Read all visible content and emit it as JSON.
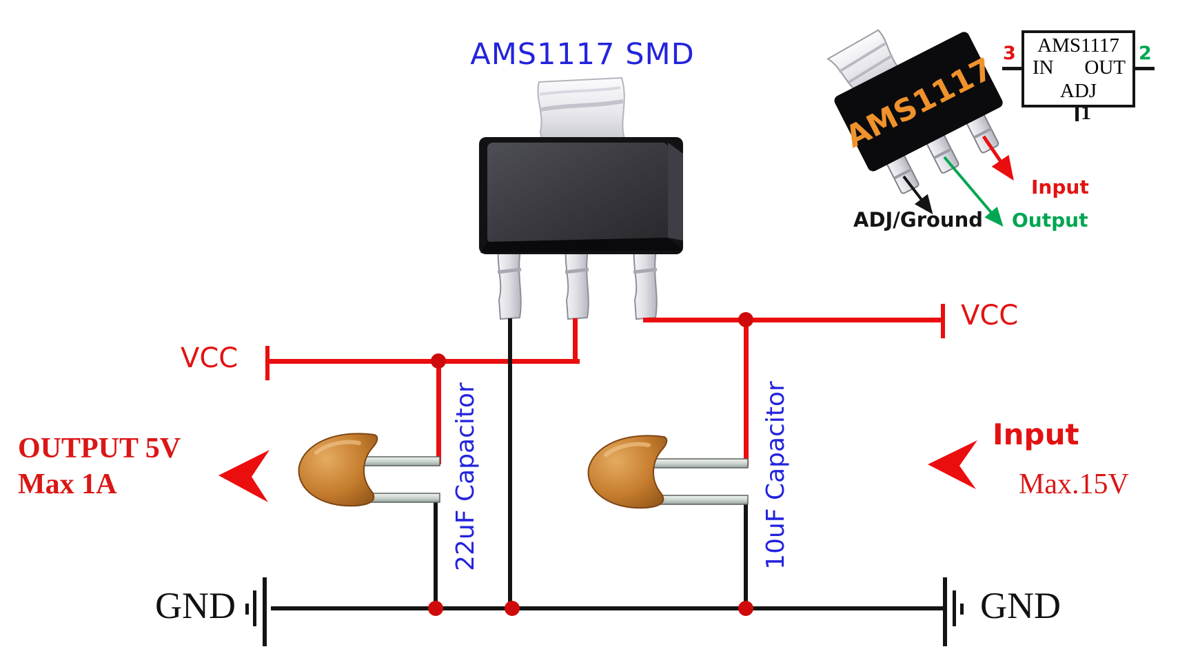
{
  "title": "AMS1117 SMD",
  "colors": {
    "wire_red": "#ea0e0e",
    "wire_black": "#141414",
    "junction_red": "#cf0a0a",
    "blue_text": "#2323dd",
    "green_text": "#00a651",
    "red_text": "#e31212",
    "chip_marking_orange": "#f0922b"
  },
  "schematic": {
    "vcc_left": "VCC",
    "vcc_right": "VCC",
    "gnd_left": "GND",
    "gnd_right": "GND",
    "output_line1": "OUTPUT 5V",
    "output_line2": "Max 1A",
    "input_line1": "Input",
    "input_line2": "Max.15V",
    "cap_left": "22uF Capacitor",
    "cap_right": "10uF Capacitor"
  },
  "package_inset": {
    "chip_marking": "AMS1117",
    "adj_label": "ADJ/Ground",
    "input_label": "Input",
    "output_label": "Output"
  },
  "pinout_box": {
    "title": "AMS1117",
    "pin_in": "IN",
    "pin_out": "OUT",
    "pin_adj": "ADJ",
    "pin1": "1",
    "pin2": "2",
    "pin3": "3"
  }
}
